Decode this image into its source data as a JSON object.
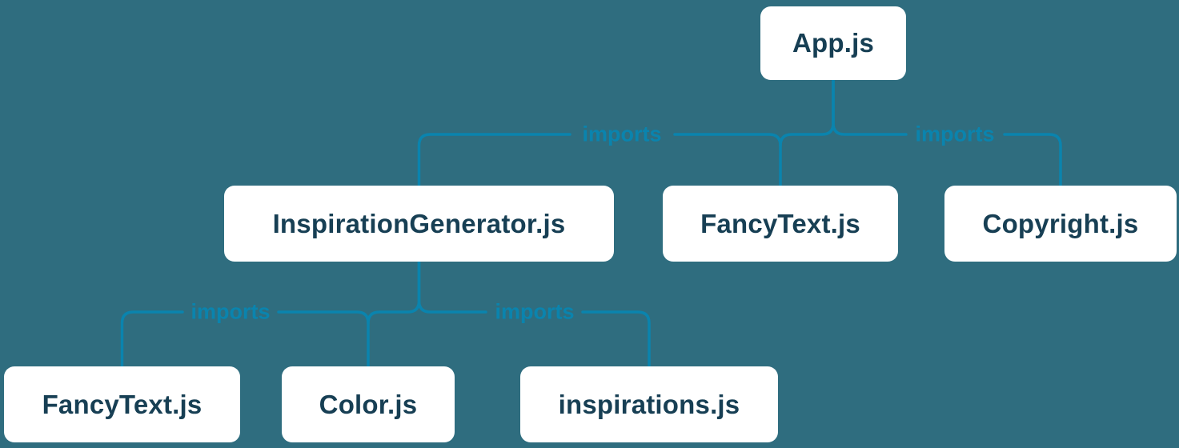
{
  "diagram": {
    "title_semantic": "module import dependency tree",
    "colors": {
      "background": "#2f6d7f",
      "line": "#0a84ae",
      "imports_label": "#0a84ae",
      "box_background": "#ffffff",
      "box_text": "#173f54"
    },
    "nodes": [
      {
        "id": "app",
        "label": "App.js"
      },
      {
        "id": "inspiration-generator",
        "label": "InspirationGenerator.js"
      },
      {
        "id": "fancy-text-top",
        "label": "FancyText.js"
      },
      {
        "id": "copyright",
        "label": "Copyright.js"
      },
      {
        "id": "fancy-text-bottom",
        "label": "FancyText.js"
      },
      {
        "id": "color",
        "label": "Color.js"
      },
      {
        "id": "inspirations",
        "label": "inspirations.js"
      }
    ],
    "edges": [
      {
        "from": "App.js",
        "to": "InspirationGenerator.js",
        "label": "imports"
      },
      {
        "from": "App.js",
        "to": "FancyText.js",
        "label": "imports"
      },
      {
        "from": "App.js",
        "to": "Copyright.js",
        "label": "imports"
      },
      {
        "from": "InspirationGenerator.js",
        "to": "FancyText.js",
        "label": "imports"
      },
      {
        "from": "InspirationGenerator.js",
        "to": "Color.js",
        "label": "imports"
      },
      {
        "from": "InspirationGenerator.js",
        "to": "inspirations.js",
        "label": "imports"
      }
    ],
    "import_labels": [
      "imports",
      "imports",
      "imports",
      "imports"
    ]
  }
}
